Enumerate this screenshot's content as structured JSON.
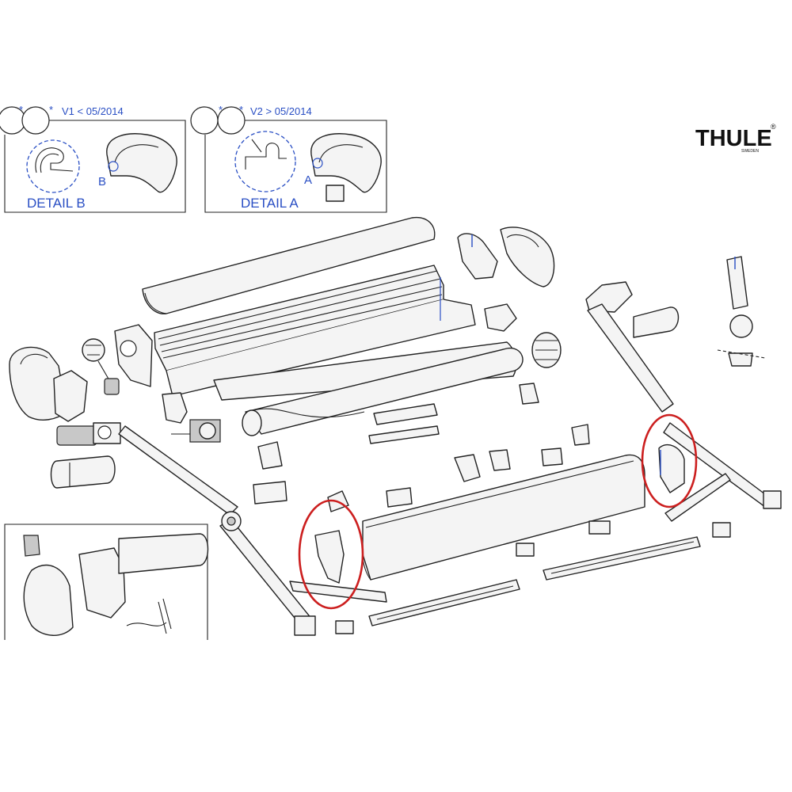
{
  "brand": {
    "logo_text": "THULE",
    "logo_sub": "SWEDEN",
    "registered_mark": "®"
  },
  "detail_b": {
    "circle_1": "",
    "circle_2": "",
    "star_1": "*",
    "star_2": "*",
    "version": "V1 < 05/2014",
    "title": "DETAIL B",
    "marker": "B"
  },
  "detail_a": {
    "circle_1": "",
    "circle_2": "",
    "star_1": "*",
    "star_2": "*",
    "version": "V2 > 05/2014",
    "title": "DETAIL A",
    "marker": "A"
  },
  "colors": {
    "line": "#222222",
    "fill": "#f4f4f4",
    "shade": "#c8c8c8",
    "accent_blue": "#2a4fc4",
    "highlight_red": "#cc1f1f"
  },
  "highlights": [
    {
      "name": "end-cap-left"
    },
    {
      "name": "end-cap-right"
    }
  ]
}
